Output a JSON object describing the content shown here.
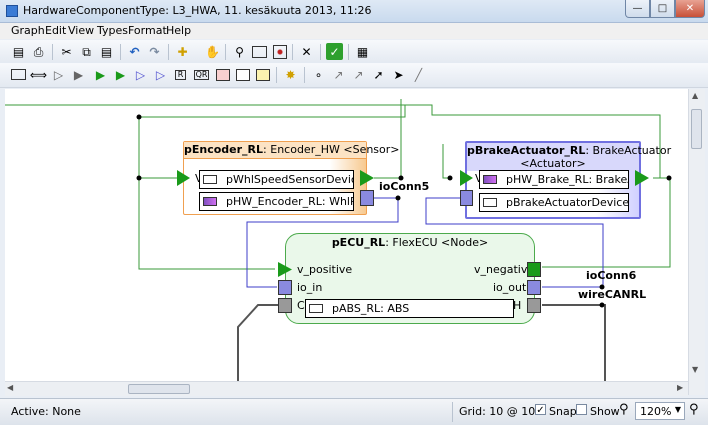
{
  "window": {
    "title": "HardwareComponentType: L3_HWA, 11. kesäkuuta 2013, 11:26"
  },
  "menu": [
    "Graph",
    "Edit",
    "View",
    "Types",
    "Format",
    "Help"
  ],
  "toolbar1": [
    "select-icon",
    "print-icon",
    "cut-icon",
    "copy-icon",
    "paste-icon",
    "undo-icon",
    "redo-icon",
    "crosshair-icon",
    "hand-icon",
    "zoom-icon",
    "rectangle-icon",
    "fit-icon",
    "delete-icon",
    "check-icon",
    "diagram-icon"
  ],
  "toolbar2": {
    "small_buttons": [
      "R",
      "QR"
    ]
  },
  "diagram": {
    "encoder": {
      "name": "pEncoder_RL",
      "type": ": Encoder_HW <Sensor>",
      "part1": "pWhlSpeedSensorDevice_RL",
      "part2": "pHW_Encoder_RL: WhlRota"
    },
    "brake": {
      "name": "pBrakeActuator_RL",
      "type": ": BrakeActuator",
      "stereotype": "<Actuator>",
      "part1": "pHW_Brake_RL: BrakeActu",
      "part2": "pBrakeActuatorDevice_RL:"
    },
    "ecu": {
      "name": "pECU_RL",
      "type": ": FlexECU <Node>",
      "part1": "pABS_RL: ABS",
      "port_v_positive": "v_positive",
      "port_io_in": "io_in",
      "port_c": "C",
      "port_v_negative": "v_negative",
      "port_io_out": "io_out",
      "port_h": "H"
    },
    "connectors": {
      "ioConn5": "ioConn5",
      "ioConn6": "ioConn6",
      "wireCANRL": "wireCANRL"
    },
    "clipped_labels": {
      "enc_left": "V",
      "brake_left": "V"
    }
  },
  "status": {
    "active": "Active: None",
    "grid": "Grid: 10 @ 10",
    "snap": "Snap",
    "snap_checked": "✓",
    "show": "Show",
    "zoom": "120%"
  },
  "colors": {
    "green_border": "#4caa4c",
    "orange_border": "#f0a050",
    "blue_border": "#7070e0",
    "ecu_fill": "#eaf8ea"
  }
}
